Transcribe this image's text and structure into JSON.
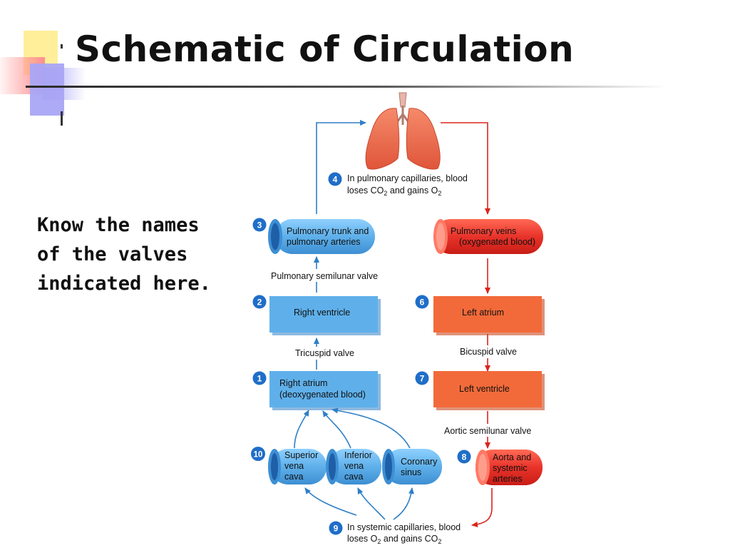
{
  "slide": {
    "title": "Schematic of Circulation",
    "note": [
      "Know the names",
      "of the valves",
      "indicated here."
    ]
  },
  "colors": {
    "blue": "#5fb0ea",
    "blue_dark": "#2f7fc6",
    "red": "#e8332a",
    "orange": "#f26a3a",
    "arrow_blue": "#2f7fc6",
    "arrow_red": "#d9251c",
    "badge": "#1f6ec8"
  },
  "icons": [
    "lungs-icon"
  ],
  "diagram": {
    "step4": {
      "num": "4",
      "line1": "In pulmonary capillaries, blood",
      "line2_a": "loses CO",
      "line2_sub1": "2",
      "line2_b": " and gains O",
      "line2_sub2": "2"
    },
    "step3": {
      "num": "3",
      "line1": "Pulmonary trunk and",
      "line2": "pulmonary arteries"
    },
    "pulm_veins": {
      "line1": "Pulmonary veins",
      "line2": "(oxygenated blood)"
    },
    "valve_pulm": "Pulmonary semilunar valve",
    "step2": {
      "num": "2",
      "label": "Right ventricle"
    },
    "step6": {
      "num": "6",
      "label": "Left atrium"
    },
    "valve_tric": "Tricuspid valve",
    "valve_bic": "Bicuspid valve",
    "step1": {
      "num": "1",
      "line1": "Right atrium",
      "line2": "(deoxygenated blood)"
    },
    "step7": {
      "num": "7",
      "label": "Left ventricle"
    },
    "valve_aortic": "Aortic semilunar valve",
    "step10": {
      "num": "10"
    },
    "svc": [
      "Superior",
      "vena",
      "cava"
    ],
    "ivc": [
      "Inferior",
      "vena",
      "cava"
    ],
    "coronary": [
      "Coronary",
      "sinus"
    ],
    "step8": {
      "num": "8",
      "line1": "Aorta and",
      "line2": "systemic",
      "line3": "arteries"
    },
    "step9": {
      "num": "9",
      "line1": "In systemic capillaries, blood",
      "line2_a": "loses O",
      "line2_sub1": "2",
      "line2_b": " and gains CO",
      "line2_sub2": "2"
    }
  }
}
